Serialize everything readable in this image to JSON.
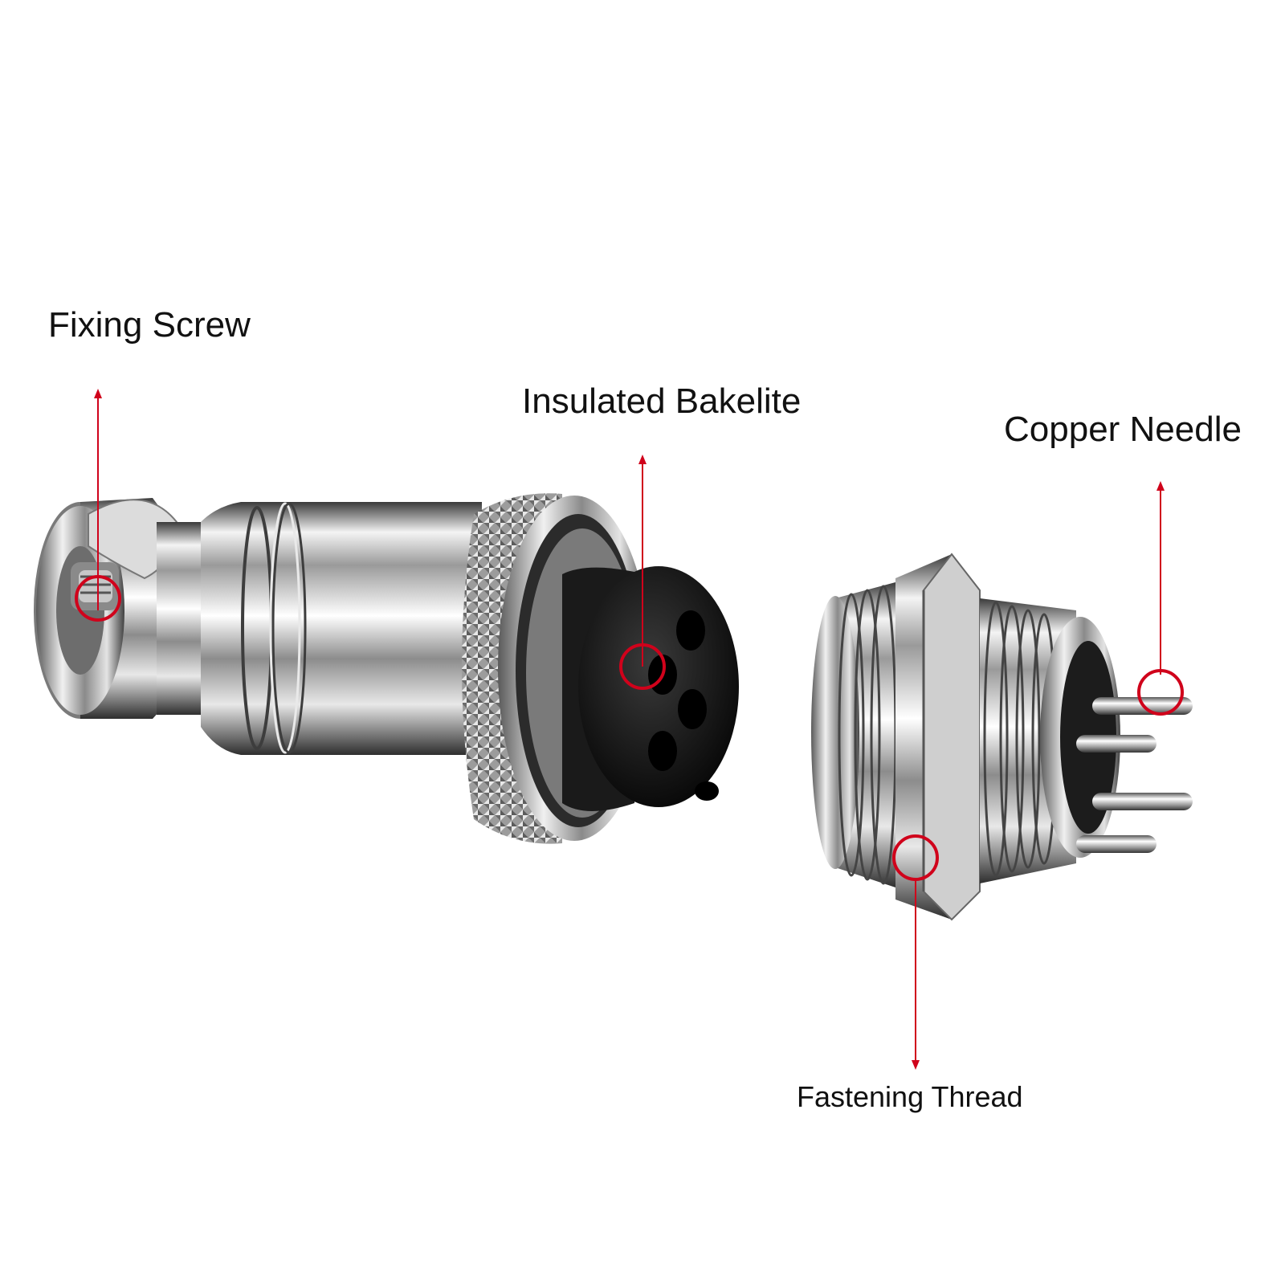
{
  "callouts": {
    "fixing_screw": "Fixing Screw",
    "insulated_bakelite": "Insulated Bakelite",
    "copper_needle": "Copper Needle",
    "fastening_thread": "Fastening Thread"
  },
  "colors": {
    "callout_red": "#d0021b",
    "metal_light": "#f2f2f2",
    "metal_mid": "#b8b8b8",
    "metal_dark": "#4a4a4a",
    "bakelite": "#111111"
  }
}
